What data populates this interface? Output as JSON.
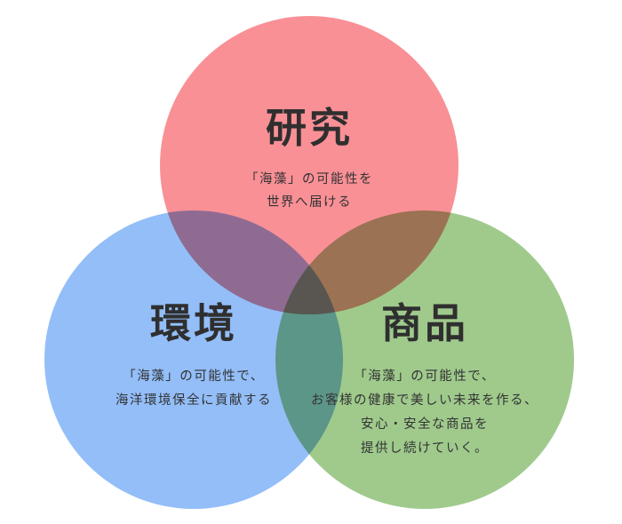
{
  "circles": [
    {
      "id": "research",
      "color": "#f76b73",
      "title": "研究",
      "lines": [
        "「海藻」の可能性を",
        "世界へ届ける"
      ]
    },
    {
      "id": "environment",
      "color": "#6fa8f5",
      "title": "環境",
      "lines": [
        "「海藻」の可能性で、",
        "海洋環境保全に貢献する"
      ]
    },
    {
      "id": "product",
      "color": "#7fb865",
      "title": "商品",
      "lines": [
        "「海藻」の可能性で、",
        "お客様の健康で美しい未来を作る、",
        "安心・安全な商品を",
        "提供し続けていく。"
      ]
    }
  ]
}
